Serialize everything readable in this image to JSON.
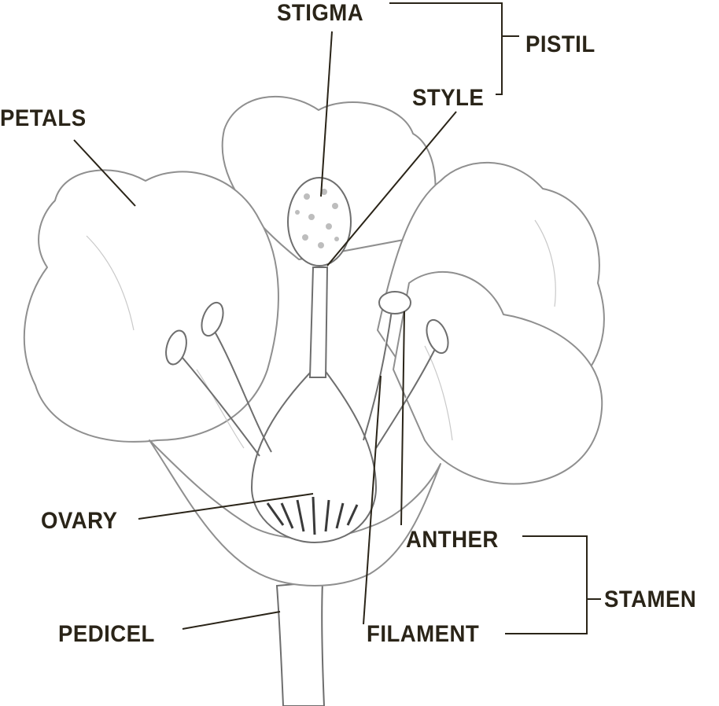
{
  "diagram": {
    "labels": {
      "stigma": "STIGMA",
      "pistil": "PISTIL",
      "style": "STYLE",
      "petals": "PETALS",
      "ovary": "OVARY",
      "anther": "ANTHER",
      "stamen": "STAMEN",
      "pedicel": "PEDICEL",
      "filament": "FILAMENT"
    },
    "colors": {
      "label_text": "#2a2418",
      "line_art": "#8f8f8f",
      "background": "#ffffff"
    }
  }
}
